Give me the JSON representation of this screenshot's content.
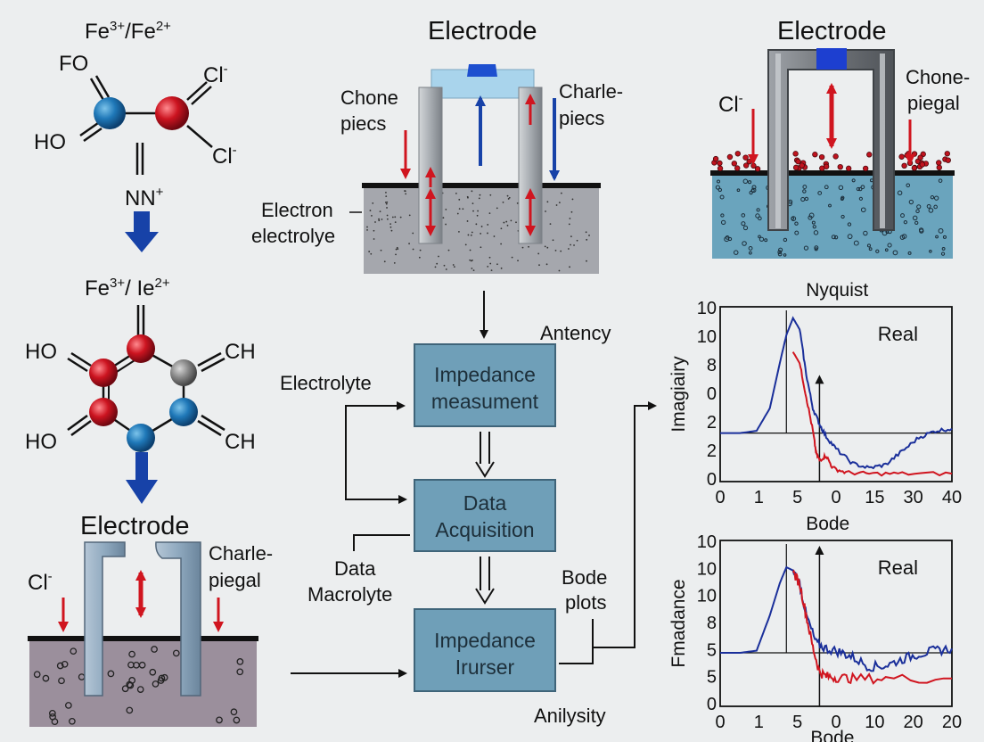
{
  "chem": {
    "top_title_base": "Fe",
    "top_title_sup1": "3+",
    "top_title_mid": "/Fe",
    "top_title_sup2": "2+",
    "fo": "FO",
    "ho_top": "HO",
    "cl_a": "Cl",
    "cl_a_sup": "-",
    "cl_b": "Cl",
    "cl_b_sup": "-",
    "nn": "NN",
    "nn_sup": "+",
    "mid_title_base": "Fe",
    "mid_title_sup1": "3+",
    "mid_title_mid": "/ Ie",
    "mid_title_sup2": "2+",
    "ring_ho1": "HO",
    "ring_ho2": "HO",
    "ring_ch1": "CH",
    "ring_ch2": "CH"
  },
  "electrode_bottom_left": {
    "title": "Electrode",
    "cl": "Cl",
    "cl_sup": "-",
    "label_line1": "Charle-",
    "label_line2": "piegal"
  },
  "electrode_top_center": {
    "title": "Electrode",
    "left_label_line1": "Chone",
    "left_label_line2": "piecs",
    "right_label_line1": "Charle-",
    "right_label_line2": "piecs",
    "side_label_line1": "Electron",
    "side_label_line2": "electrolye"
  },
  "electrode_top_right": {
    "title": "Electrode",
    "cl": "Cl",
    "cl_sup": "-",
    "label_line1": "Chone-",
    "label_line2": "piegal"
  },
  "flow": {
    "antency": "Antency",
    "electrolyte": "Electrolyte",
    "box1_line1": "Impedance",
    "box1_line2": "measument",
    "box2_line1": "Data",
    "box2_line2": "Acquisition",
    "box3_line1": "Impedance",
    "box3_line2": "Irurser",
    "data_line1": "Data",
    "data_line2": "Macrolyte",
    "bode_plots_line1": "Bode",
    "bode_plots_line2": "plots",
    "anilysity": "Anilysity"
  },
  "colors": {
    "box_fill": "#6f9fb8",
    "blue_series": "#1a2f9a",
    "red_series": "#d0151f",
    "arrow_red": "#d0151f",
    "arrow_blue": "#1742a8",
    "electrolyte_gray": "#8c8f96",
    "electrolyte_blue": "#6aa4bd",
    "electrolyte_mauve": "#9b8f9c"
  },
  "chart_data": [
    {
      "type": "line",
      "title": "Nyquist",
      "ylabel": "Imagiairy",
      "xlabel": "",
      "annotation": "Real",
      "x_tick_labels": [
        "0",
        "1",
        "5",
        "0",
        "15",
        "30",
        "40"
      ],
      "y_tick_labels": [
        "10",
        "10",
        "8",
        "0",
        "2",
        "2",
        "0"
      ],
      "grid": false,
      "series": [
        {
          "color": "blue",
          "values": [
            [
              0,
              1.8
            ],
            [
              0.6,
              1.8
            ],
            [
              1.1,
              2.0
            ],
            [
              1.5,
              4
            ],
            [
              1.8,
              8
            ],
            [
              2.0,
              10.5
            ],
            [
              2.2,
              12
            ],
            [
              2.4,
              11
            ],
            [
              2.6,
              7
            ],
            [
              2.8,
              4
            ],
            [
              3.0,
              2.6
            ],
            [
              3.2,
              1.5
            ],
            [
              3.5,
              0.4
            ],
            [
              4.0,
              -0.9
            ],
            [
              4.5,
              -1.3
            ],
            [
              5.0,
              -1.0
            ],
            [
              5.5,
              0.2
            ],
            [
              6.0,
              1.4
            ],
            [
              6.5,
              2.0
            ],
            [
              7.0,
              2.2
            ]
          ]
        },
        {
          "color": "red",
          "values": [
            [
              2.2,
              9
            ],
            [
              2.4,
              8
            ],
            [
              2.6,
              5
            ],
            [
              2.8,
              2
            ],
            [
              2.9,
              0
            ],
            [
              3.0,
              -0.6
            ],
            [
              3.2,
              -0.2
            ],
            [
              3.4,
              -1.3
            ],
            [
              3.8,
              -1.7
            ],
            [
              4.5,
              -1.8
            ],
            [
              5.5,
              -1.8
            ],
            [
              7.0,
              -1.8
            ]
          ]
        }
      ]
    },
    {
      "type": "line",
      "title": "Bode",
      "ylabel": "Fmadance",
      "xlabel": "Bode",
      "annotation": "Real",
      "x_tick_labels": [
        "0",
        "1",
        "5",
        "0",
        "10",
        "20",
        "20"
      ],
      "y_tick_labels": [
        "10",
        "10",
        "10",
        "8",
        "5",
        "5",
        "0"
      ],
      "grid": false,
      "series": [
        {
          "color": "blue",
          "values": [
            [
              0,
              2.5
            ],
            [
              0.6,
              2.5
            ],
            [
              1.1,
              2.7
            ],
            [
              1.5,
              6
            ],
            [
              1.8,
              9
            ],
            [
              2.0,
              10.5
            ],
            [
              2.2,
              10.2
            ],
            [
              2.4,
              9
            ],
            [
              2.6,
              6
            ],
            [
              2.9,
              3.4
            ],
            [
              3.2,
              2.9
            ],
            [
              3.6,
              2.6
            ],
            [
              4.0,
              2.1
            ],
            [
              4.5,
              1.2
            ],
            [
              5.0,
              1.3
            ],
            [
              5.5,
              1.9
            ],
            [
              6.0,
              2.4
            ],
            [
              6.5,
              2.7
            ],
            [
              7.0,
              2.9
            ]
          ]
        },
        {
          "color": "red",
          "values": [
            [
              2.2,
              10
            ],
            [
              2.4,
              9
            ],
            [
              2.6,
              6
            ],
            [
              2.8,
              3
            ],
            [
              3.0,
              0.7
            ],
            [
              3.2,
              0.3
            ],
            [
              3.5,
              0.2
            ],
            [
              4.0,
              0.1
            ],
            [
              5.0,
              0.1
            ],
            [
              7.0,
              0.1
            ]
          ]
        }
      ]
    }
  ]
}
